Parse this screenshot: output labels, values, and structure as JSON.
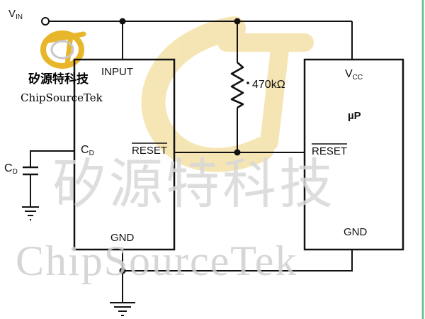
{
  "colors": {
    "wire": "#111111",
    "logo_gold": "#e8b62a",
    "watermark_gray": "#d0d0d0",
    "frame_green": "#36a860"
  },
  "labels": {
    "vin": {
      "main": "V",
      "sub": "IN"
    },
    "input": "INPUT",
    "cd_pin": {
      "main": "C",
      "sub": "D"
    },
    "reset_left": "RESET",
    "gnd_left": "GND",
    "resistor": "470kΩ",
    "vcc": {
      "main": "V",
      "sub": "CC"
    },
    "up": "µP",
    "reset_right": "RESET",
    "gnd_right": "GND",
    "cd_cap": {
      "main": "C",
      "sub": "D"
    }
  },
  "logo": {
    "chinese": "矽源特科技",
    "english": "ChipSourceTek"
  },
  "watermark": {
    "chinese": "矽源特科技",
    "english": "ChipSourceTek"
  }
}
